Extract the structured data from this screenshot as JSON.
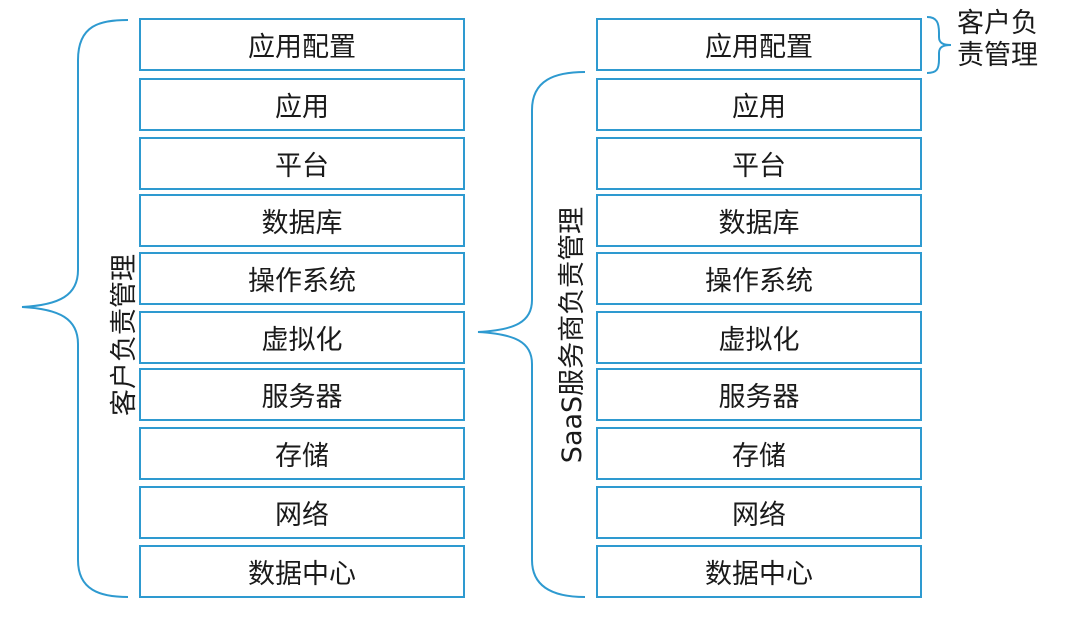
{
  "left_stack": {
    "layers": [
      "应用配置",
      "应用",
      "平台",
      "数据库",
      "操作系统",
      "虚拟化",
      "服务器",
      "存储",
      "网络",
      "数据中心"
    ],
    "brace_label": "客户负责管理"
  },
  "right_stack": {
    "layers": [
      "应用配置",
      "应用",
      "平台",
      "数据库",
      "操作系统",
      "虚拟化",
      "服务器",
      "存储",
      "网络",
      "数据中心"
    ],
    "top_brace_label_line1": "客户负",
    "top_brace_label_line2": "责管理",
    "lower_brace_label": "SaaS服务商负责管理"
  },
  "colors": {
    "border": "#2e9ad0",
    "brace": "#2e9ad0",
    "text": "#1a1a1a"
  }
}
